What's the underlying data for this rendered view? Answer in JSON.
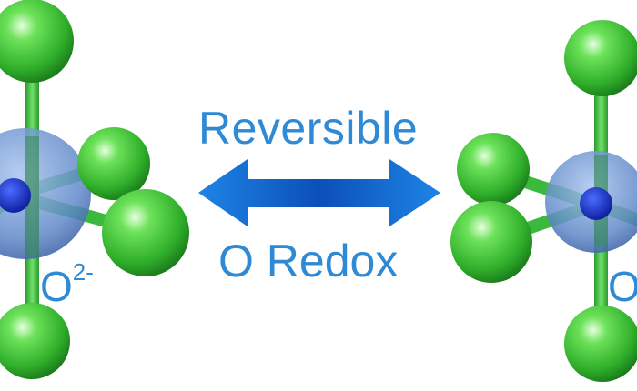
{
  "labels": {
    "top": "Reversible",
    "bottom": "O Redox",
    "ion_left_base": "O",
    "ion_left_charge": "2-",
    "ion_right_base": "O"
  },
  "colors": {
    "text": "#2f8ad6",
    "arrow": "#1f7fe0",
    "green_atom": "#3fc83f",
    "blue_atom": "#1230c8",
    "blue_sphere": "#5b86c8"
  }
}
